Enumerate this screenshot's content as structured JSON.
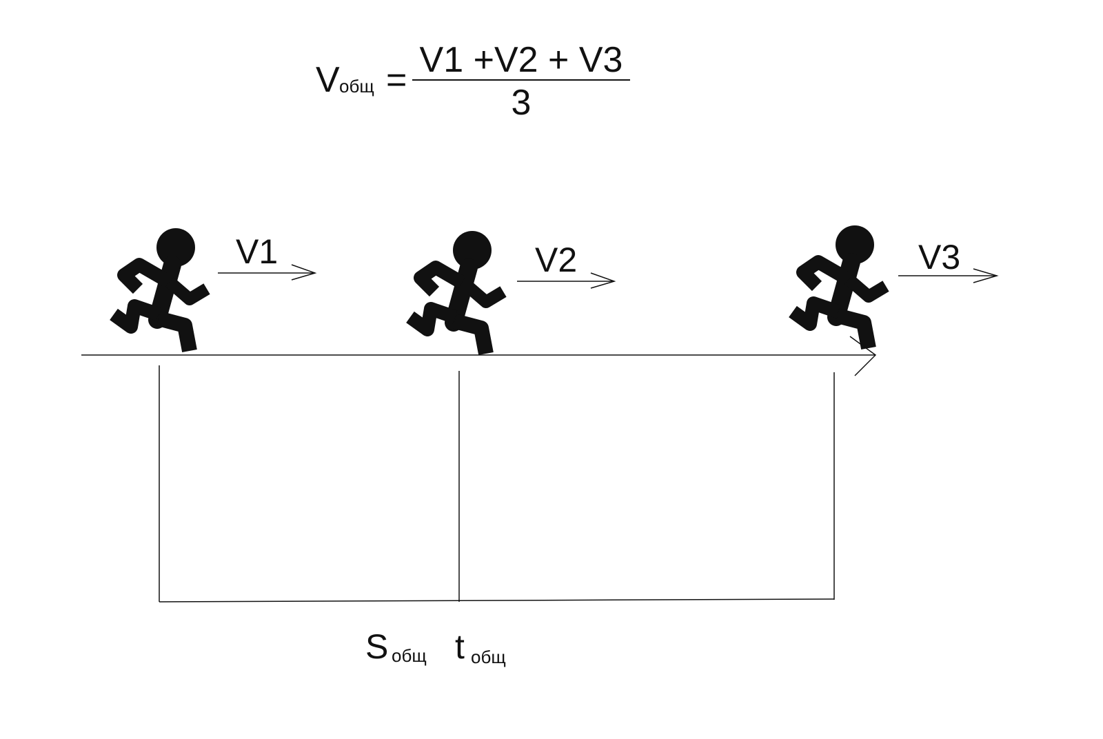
{
  "formula": {
    "lhs_symbol": "V",
    "lhs_subscript": "общ",
    "equals": "=",
    "numerator": "V1 +V2 + V3",
    "denominator": "3"
  },
  "runners": [
    {
      "velocity_label": "V1",
      "icon": "running-person-icon"
    },
    {
      "velocity_label": "V2",
      "icon": "running-person-icon"
    },
    {
      "velocity_label": "V3",
      "icon": "running-person-icon"
    }
  ],
  "bottom_labels": {
    "s_symbol": "S",
    "s_subscript": "общ",
    "t_symbol": "t",
    "t_subscript": "общ"
  },
  "colors": {
    "ink": "#111111",
    "background": "#ffffff"
  }
}
